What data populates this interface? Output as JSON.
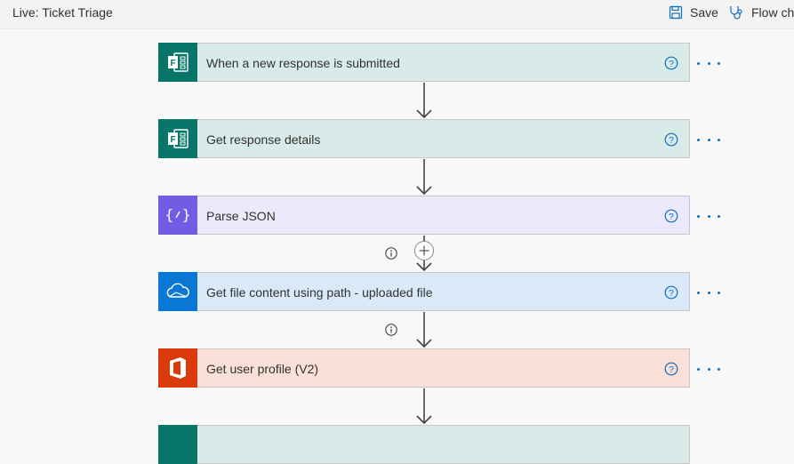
{
  "header": {
    "flow_title": "Live: Ticket Triage",
    "save_label": "Save",
    "flow_checker_label": "Flow checker"
  },
  "steps": [
    {
      "title": "When a new response is submitted",
      "connector": "microsoft-forms",
      "icon": "forms-icon",
      "accent": "#077568",
      "strip": "#d8ebe9"
    },
    {
      "title": "Get response details",
      "connector": "microsoft-forms",
      "icon": "forms-icon",
      "accent": "#077568",
      "strip": "#d8ebe9"
    },
    {
      "title": "Parse JSON",
      "connector": "data-operation",
      "icon": "braces-icon",
      "accent": "#715ce3",
      "strip": "#ebe9fb"
    },
    {
      "title": "Get file content using path - uploaded file",
      "connector": "onedrive",
      "icon": "cloud-icon",
      "accent": "#0a77d4",
      "strip": "#d9e9f7"
    },
    {
      "title": "Get user profile (V2)",
      "connector": "office-365-users",
      "icon": "office-icon",
      "accent": "#db3b0a",
      "strip": "#fae0d8"
    }
  ],
  "colors": {
    "link_blue": "#106ebe",
    "connector_gray": "#444444"
  }
}
